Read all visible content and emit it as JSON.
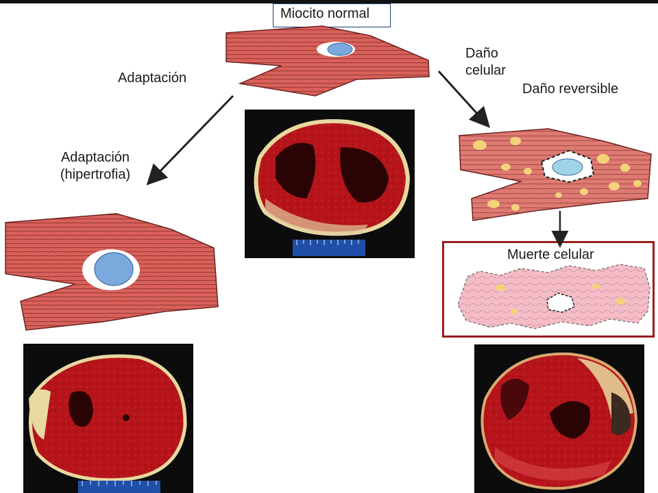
{
  "labels": {
    "normal": "Miocito normal",
    "adaptation": "Adaptación",
    "adaptation_hypertrophy_1": "Adaptación",
    "adaptation_hypertrophy_2": "(hipertrofia)",
    "cell_damage_1": "Daño",
    "cell_damage_2": "celular",
    "reversible_damage": "Daño reversible",
    "cell_death": "Muerte celular"
  },
  "colors": {
    "muscle": "#d9605a",
    "muscle_line": "#7a2a26",
    "nucleus": "#7aa9dd",
    "fat_vacuole": "#f4d27a",
    "necrotic_cytoplasm": "#f5bcc7",
    "death_box_border": "#9b1b1b",
    "heart_tissue": "#b5141a",
    "heart_fat": "#e8d9a0"
  },
  "icons": {
    "arrows": "arrow-icon",
    "ruler": "ruler-icon"
  }
}
